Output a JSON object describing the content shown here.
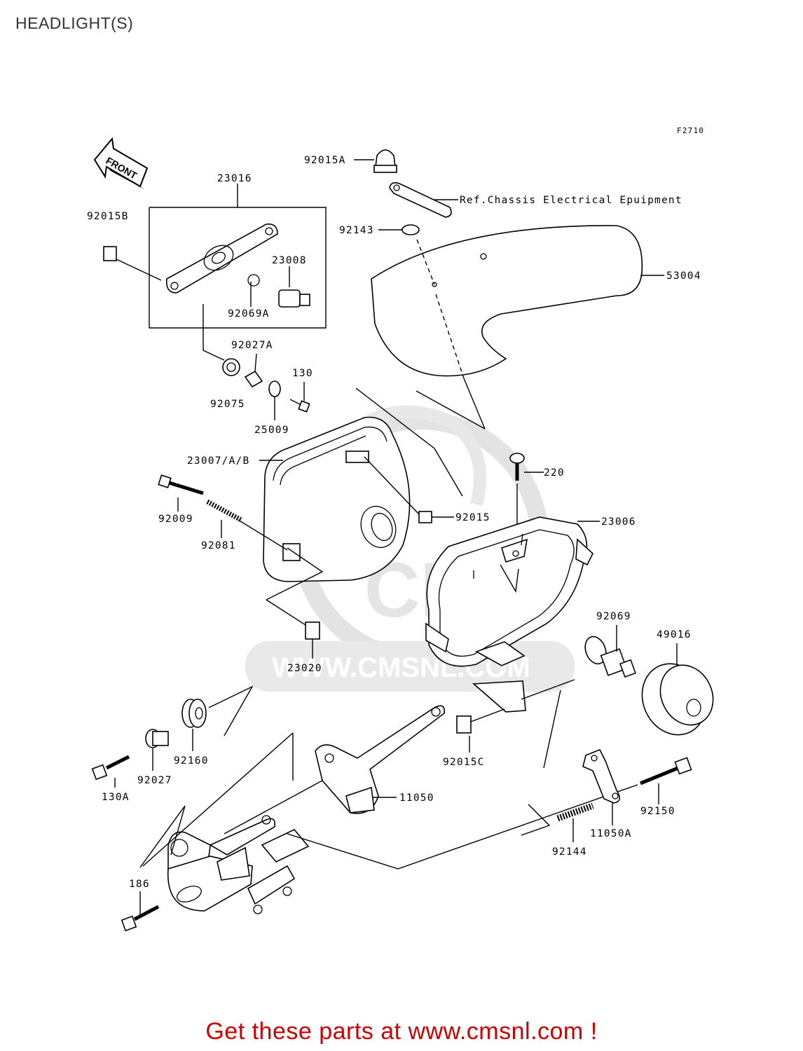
{
  "page": {
    "title": "HEADLIGHT(S)"
  },
  "diagram": {
    "figure_code": "F2710",
    "front_label": "FRONT",
    "watermark": {
      "logo_text": "CMS",
      "url_text": "WWW.CMSNL.COM"
    },
    "callouts": {
      "p92015A": "92015A",
      "ref_note": "Ref.Chassis Electrical Epuipment",
      "p23016": "23016",
      "p92015B": "92015B",
      "p92143": "92143",
      "p53004": "53004",
      "p23008": "23008",
      "p92069A": "92069A",
      "p92027A": "92027A",
      "p130": "130",
      "p92075": "92075",
      "p25009": "25009",
      "p23007AB": "23007/A/B",
      "p220": "220",
      "p92009": "92009",
      "p92015": "92015",
      "p23006": "23006",
      "p92081": "92081",
      "p92069": "92069",
      "p49016": "49016",
      "p23020": "23020",
      "p92160": "92160",
      "p92027": "92027",
      "p92015C": "92015C",
      "p130A": "130A",
      "p11050": "11050",
      "p92150": "92150",
      "p11050A": "11050A",
      "p186": "186",
      "p92144": "92144"
    }
  },
  "footer": {
    "text": "Get these parts at www.cmsnl.com !"
  }
}
